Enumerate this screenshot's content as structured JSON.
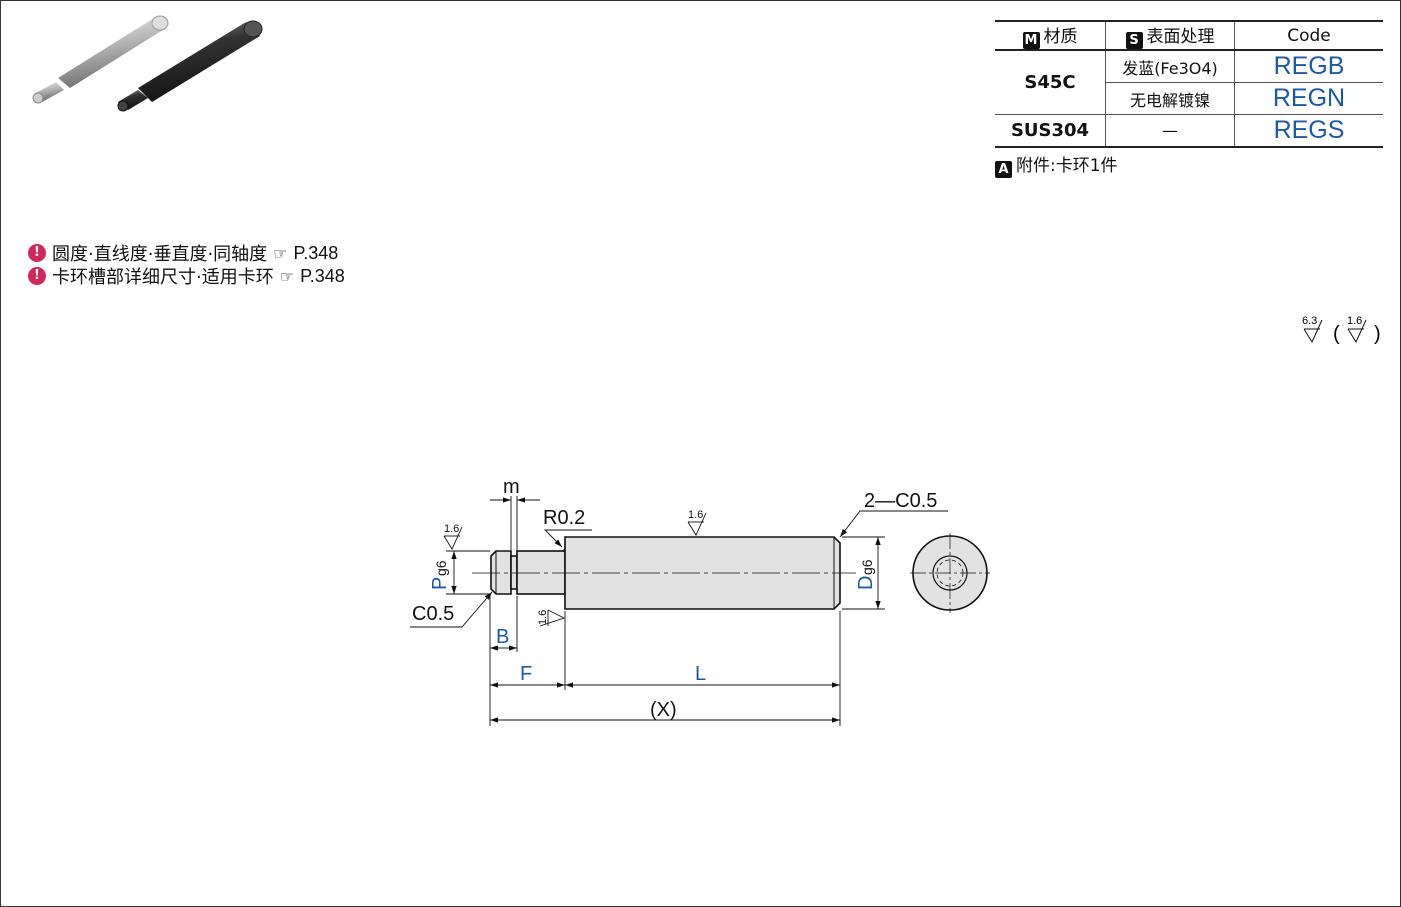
{
  "table": {
    "headers": {
      "material": "材质",
      "material_badge": "M",
      "surface": "表面处理",
      "surface_badge": "S",
      "code": "Code"
    },
    "rows": [
      {
        "material": "S45C",
        "surfaces": [
          {
            "surface": "发蓝(Fe3O4)",
            "code": "REGB"
          },
          {
            "surface": "无电解镀镍",
            "code": "REGN"
          }
        ]
      },
      {
        "material": "SUS304",
        "surfaces": [
          {
            "surface": "—",
            "code": "REGS"
          }
        ]
      }
    ]
  },
  "accessory": {
    "badge": "A",
    "text": "附件:卡环1件"
  },
  "notes": [
    {
      "text": "圆度·直线度·垂直度·同轴度",
      "ref": "P.348"
    },
    {
      "text": "卡环槽部详细尺寸·适用卡环",
      "ref": "P.348"
    }
  ],
  "roughness": {
    "main": "6.3",
    "paren": "1.6"
  },
  "drawing": {
    "labels": {
      "m": "m",
      "r02": "R0.2",
      "c2": "2—C0.5",
      "c05": "C0.5",
      "rough_a": "1.6",
      "rough_b": "1.6",
      "rough_c": "1.6",
      "p": "P",
      "p_tol": "g6",
      "d": "D",
      "d_tol": "g6",
      "b": "B",
      "f": "F",
      "l": "L",
      "x": "(X)"
    }
  },
  "colors": {
    "accent_blue": "#1c5aa6",
    "warn": "#d1285a"
  }
}
